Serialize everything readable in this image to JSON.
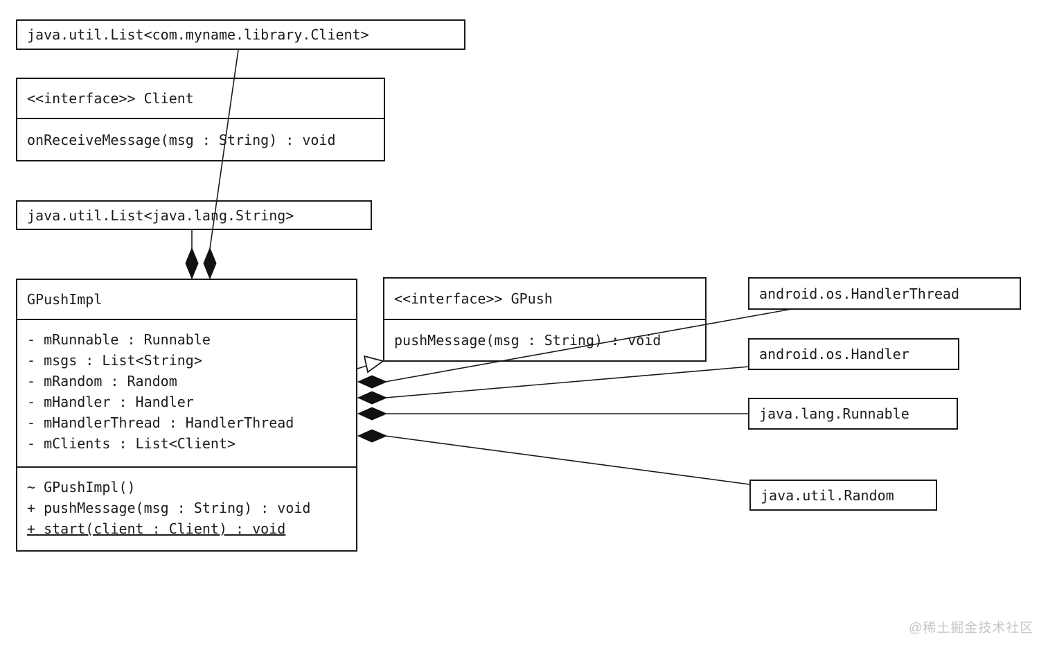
{
  "diagram": {
    "type": "uml-class-diagram",
    "background_color": "#ffffff",
    "line_color": "#1a1a1a",
    "text_color": "#1b1b1b",
    "watermark_color": "#c6c6c6"
  },
  "classes": {
    "list_client": {
      "title": "java.util.List<com.myname.library.Client>"
    },
    "client_interface": {
      "title": "<<interface>> Client",
      "methods": [
        "onReceiveMessage(msg : String) : void"
      ]
    },
    "list_string": {
      "title": "java.util.List<java.lang.String>"
    },
    "gpush_impl": {
      "title": "GPushImpl",
      "attributes": [
        "- mRunnable : Runnable",
        "- msgs : List<String>",
        "- mRandom : Random",
        "- mHandler : Handler",
        "- mHandlerThread : HandlerThread",
        "- mClients : List<Client>"
      ],
      "methods": [
        "~ GPushImpl()",
        "+ pushMessage(msg : String) : void",
        "+ start(client : Client) : void"
      ],
      "static_method_index": 2
    },
    "gpush_interface": {
      "title": "<<interface>> GPush",
      "methods": [
        "pushMessage(msg : String) : void"
      ]
    },
    "handler_thread": {
      "title": "android.os.HandlerThread"
    },
    "handler": {
      "title": "android.os.Handler"
    },
    "runnable": {
      "title": "java.lang.Runnable"
    },
    "random": {
      "title": "java.util.Random"
    }
  },
  "relationships": [
    {
      "from": "java.util.List<java.lang.String>",
      "to": "GPushImpl",
      "type": "composition"
    },
    {
      "from": "java.util.List<com.myname.library.Client>",
      "to": "GPushImpl",
      "type": "composition"
    },
    {
      "from": "GPushImpl",
      "to": "<<interface>> GPush",
      "type": "realization"
    },
    {
      "from": "android.os.HandlerThread",
      "to": "GPushImpl",
      "type": "composition"
    },
    {
      "from": "android.os.Handler",
      "to": "GPushImpl",
      "type": "composition"
    },
    {
      "from": "java.lang.Runnable",
      "to": "GPushImpl",
      "type": "composition"
    },
    {
      "from": "java.util.Random",
      "to": "GPushImpl",
      "type": "composition"
    }
  ],
  "watermark": "@稀土掘金技术社区"
}
